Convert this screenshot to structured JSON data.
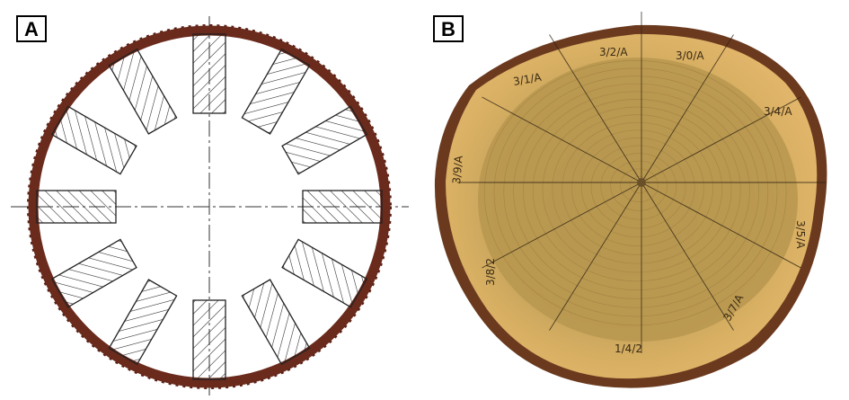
{
  "panels": {
    "a": {
      "label": "A"
    },
    "b": {
      "label": "B"
    }
  },
  "sample_marks": [
    "3/2/A",
    "3/0/A",
    "3/1/A",
    "3/4/A",
    "3/9/A",
    "3/5/A",
    "3/8/2",
    "1/4/2",
    "3/7/A"
  ],
  "colors": {
    "bark_ring": "#6a2a1c",
    "hatch_stroke": "#222222",
    "wood_outer": "#d9ac5e",
    "wood_inner": "#b99a52",
    "bark": "#6b3a1e"
  }
}
